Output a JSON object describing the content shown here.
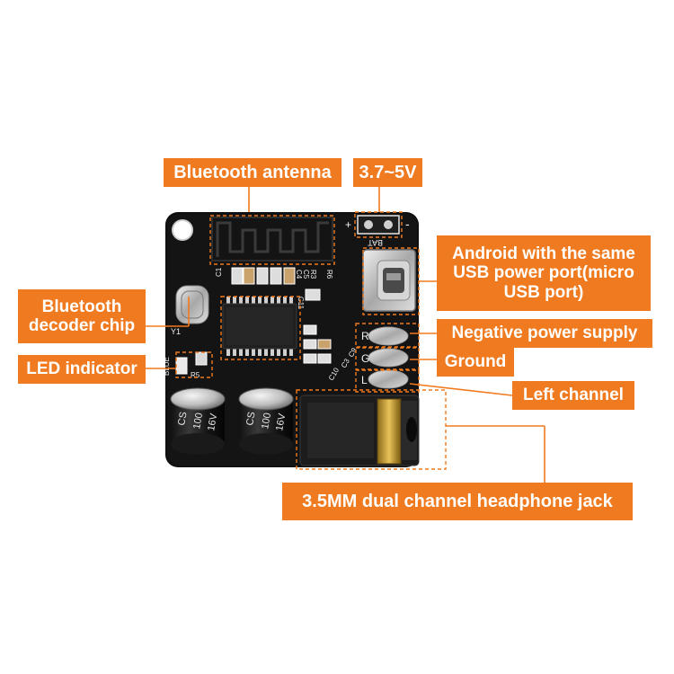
{
  "labels": {
    "bluetooth_antenna": "Bluetooth antenna",
    "voltage": "3.7~5V",
    "android_usb": "Android with the same\nUSB power port(micro\nUSB port)",
    "decoder_chip": "Bluetooth\ndecoder chip",
    "led_indicator": "LED indicator",
    "negative_supply": "Negative power supply",
    "ground": "Ground",
    "left_channel": "Left channel",
    "headphone_jack": "3.5MM dual channel headphone jack"
  },
  "pcb_text": {
    "plus": "+",
    "minus": "-",
    "bat": "BAT",
    "c1": "C1",
    "c4": "C4",
    "c5": "C5",
    "r3": "R3",
    "r6": "R6",
    "c11": "C11",
    "y1": "Y1",
    "r": "R",
    "g": "G",
    "l": "L",
    "c10": "C10",
    "c3": "C3",
    "c9": "C9",
    "r5": "R5",
    "blue": "BLUE",
    "cap_brand": "CS",
    "cap_value": "100",
    "cap_voltage": "16V"
  },
  "colors": {
    "label_bg": "#f07a1f",
    "label_text": "#ffffff",
    "pcb": "#111111",
    "silkscreen": "#f2f2f2",
    "callout_line": "#f07a1f"
  }
}
